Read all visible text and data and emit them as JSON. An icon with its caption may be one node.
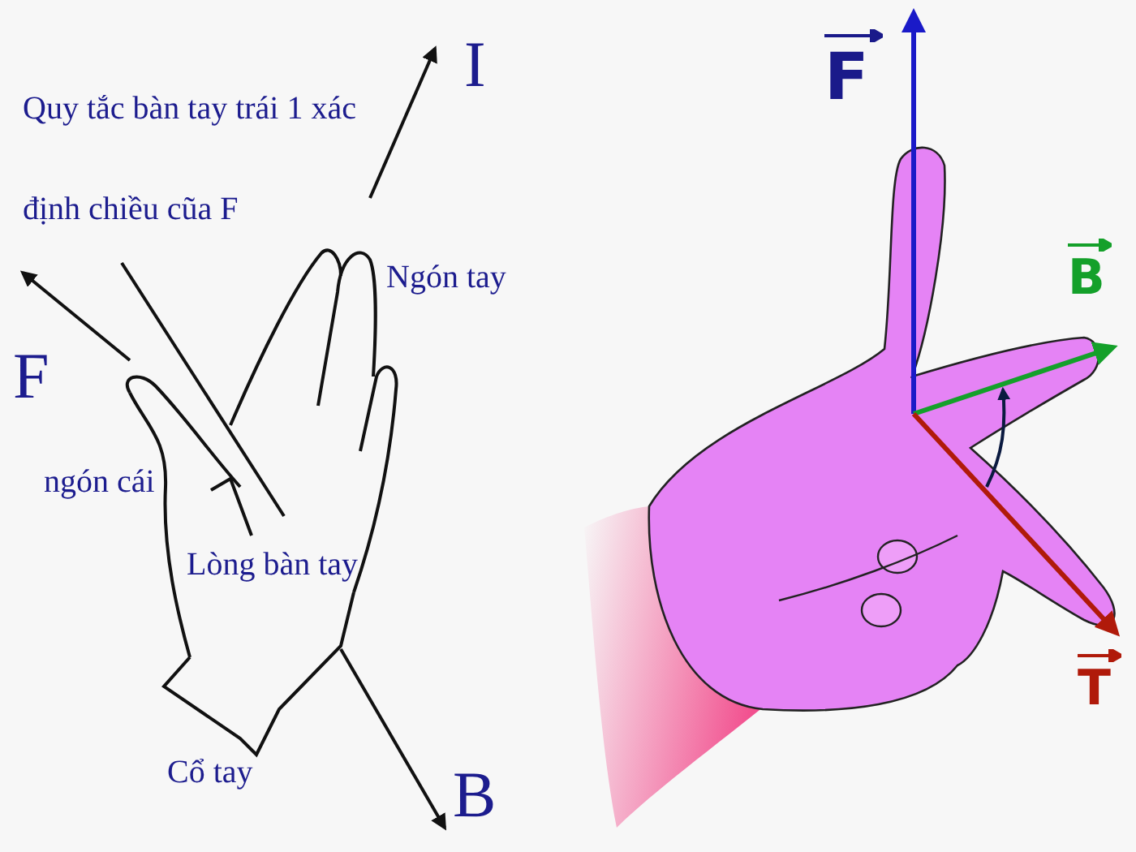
{
  "diagram": {
    "title": "Quy tắc bàn tay trái 1 xác định chiều cũa F",
    "labels": [
      "I",
      "F",
      "Ngón tay",
      "B",
      "F",
      "ngón cái",
      "Lòng bàn tay",
      "T",
      "Cổ tay",
      "B"
    ]
  }
}
